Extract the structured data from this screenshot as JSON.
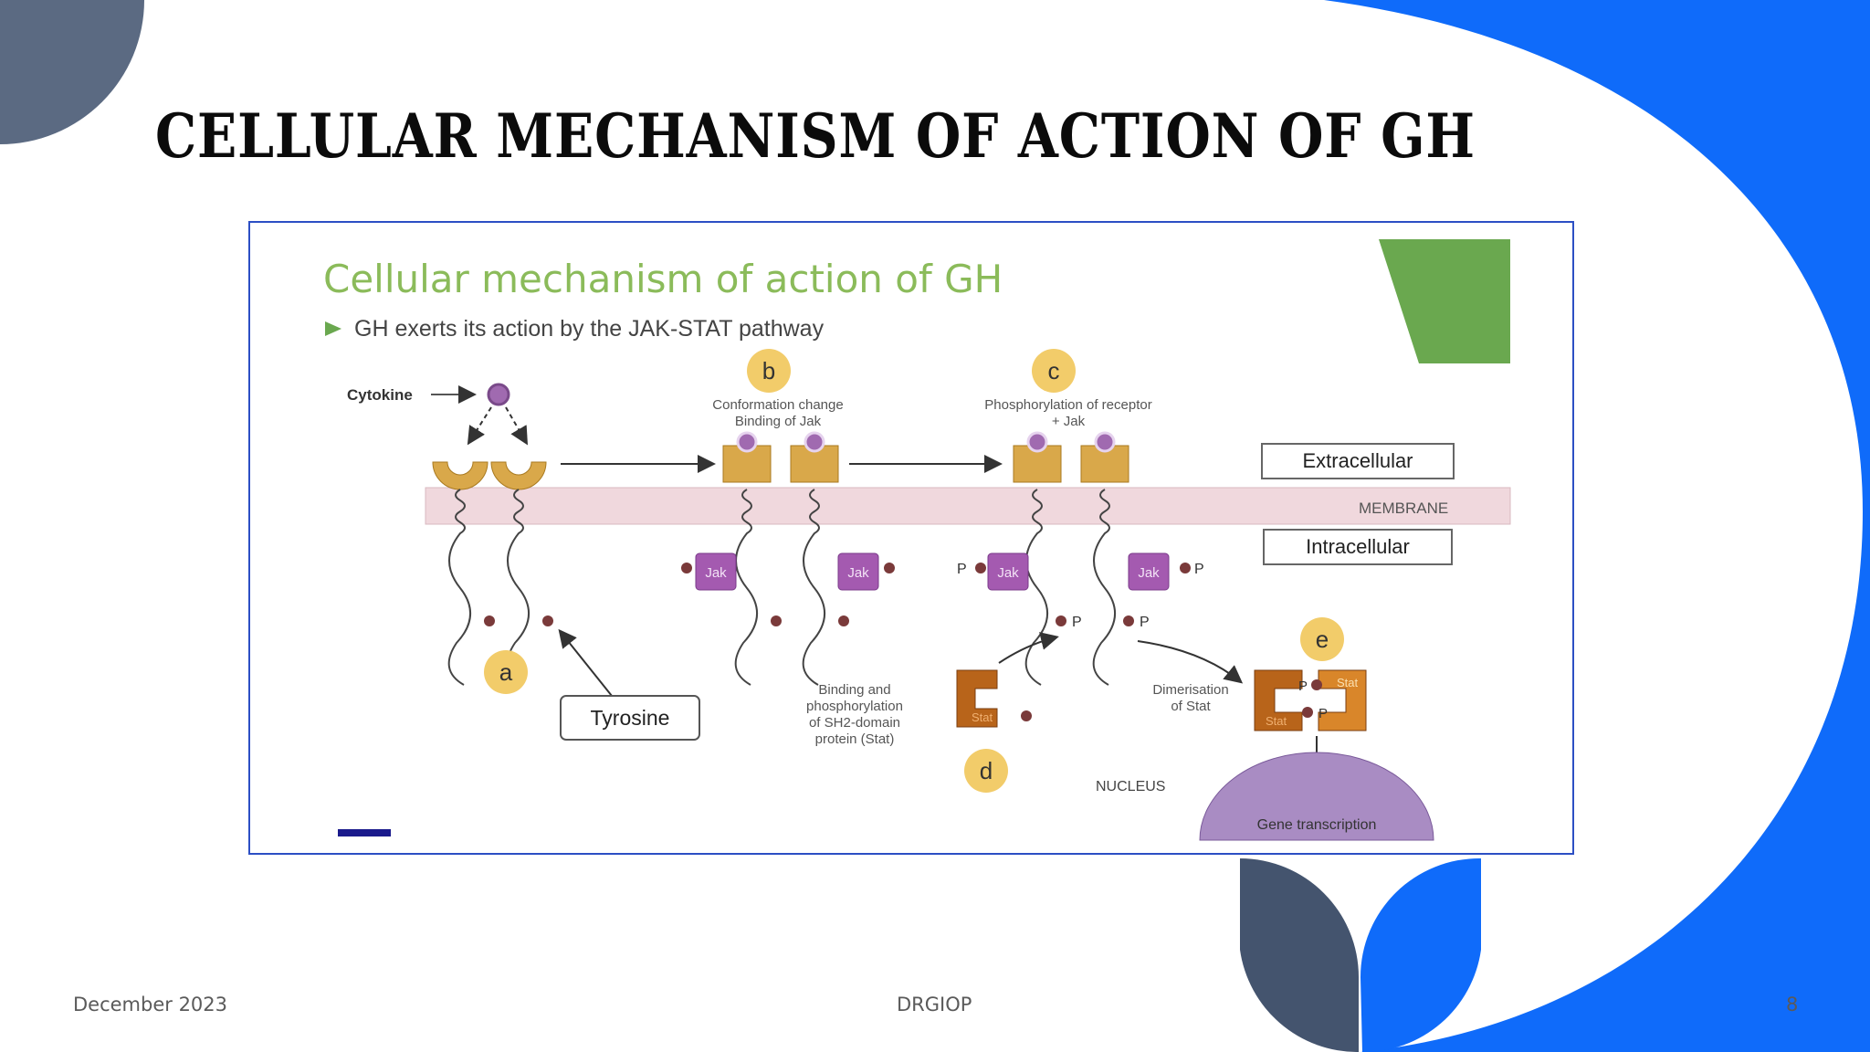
{
  "slide": {
    "title": "Cellular mechanism of action of GH",
    "footer": {
      "date": "December 2023",
      "center": "DRGIOP",
      "page": "8"
    },
    "colors": {
      "accent_blue": "#0f6bfa",
      "slate": "#44546e",
      "frame": "#2c4fc4"
    }
  },
  "figure": {
    "title": "Cellular mechanism of action of GH",
    "bullet": "GH exerts its action by the JAK-STAT pathway",
    "cytokine": "Cytokine",
    "steps": {
      "a": "a",
      "b": "b",
      "c": "c",
      "d": "d",
      "e": "e"
    },
    "step_b_line1": "Conformation change",
    "step_b_line2": "Binding of Jak",
    "step_c_line1": "Phosphorylation of receptor",
    "step_c_line2": "+ Jak",
    "extracellular": "Extracellular",
    "membrane": "MEMBRANE",
    "intracellular": "Intracellular",
    "jak": "Jak",
    "p": "P",
    "tyrosine": "Tyrosine",
    "step_d_line1": "Binding and",
    "step_d_line2": "phosphorylation",
    "step_d_line3": "of SH2-domain",
    "step_d_line4": "protein (Stat)",
    "stat": "Stat",
    "step_e_line1": "Dimerisation",
    "step_e_line2": "of Stat",
    "nucleus": "NUCLEUS",
    "gene_transcription": "Gene transcription"
  }
}
